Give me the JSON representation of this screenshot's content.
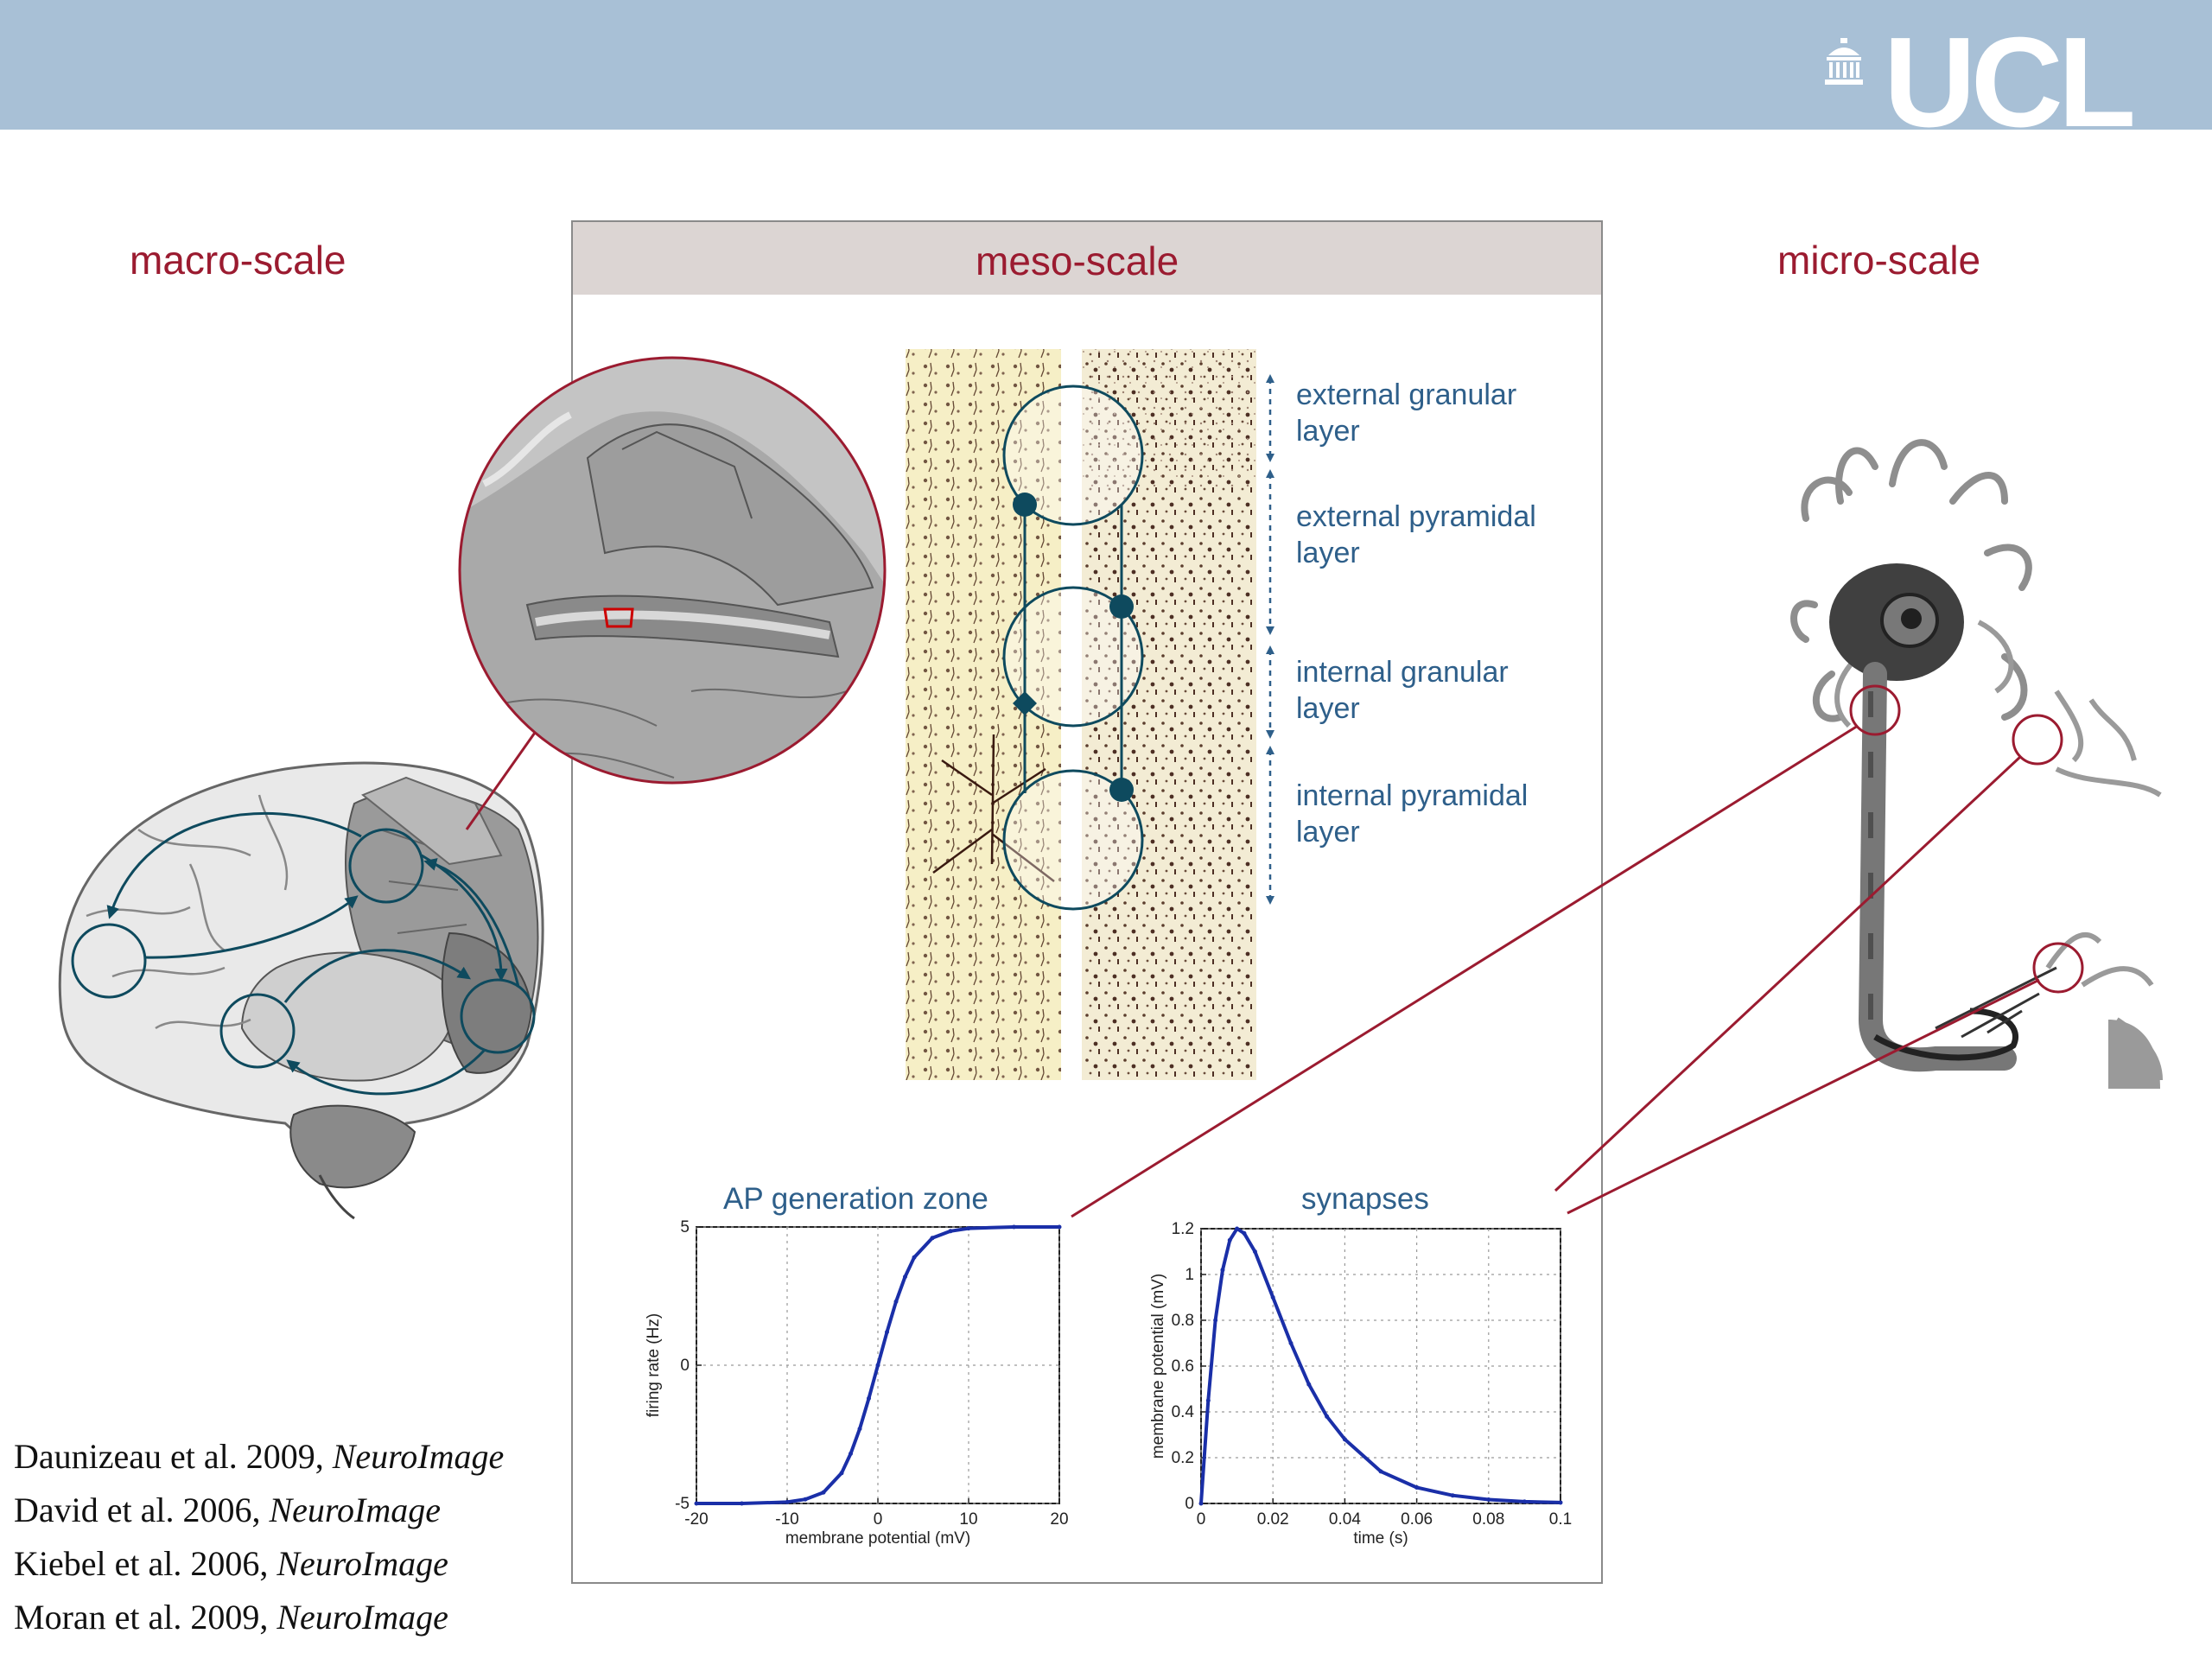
{
  "header": {
    "logo_text": "UCL",
    "bar_color": "#a8c0d6"
  },
  "colors": {
    "title_red": "#9b1b30",
    "layer_blue": "#2e5f8a",
    "circuit": "#0e4a5e",
    "plot_line": "#1a2fa8",
    "panel_head": "#dcd5d3"
  },
  "scales": {
    "macro": "macro-scale",
    "meso": "meso-scale",
    "micro": "micro-scale"
  },
  "layers": [
    {
      "line1": "external granular",
      "line2": "layer"
    },
    {
      "line1": "external pyramidal",
      "line2": "layer"
    },
    {
      "line1": "internal granular",
      "line2": "layer"
    },
    {
      "line1": "internal pyramidal",
      "line2": "layer"
    }
  ],
  "references": [
    {
      "authors": "Daunizeau et al. 2009, ",
      "journal": "NeuroImage"
    },
    {
      "authors": "David et al. 2006, ",
      "journal": "NeuroImage"
    },
    {
      "authors": "Kiebel et al. 2006, ",
      "journal": "NeuroImage"
    },
    {
      "authors": "Moran et al. 2009, ",
      "journal": "NeuroImage"
    }
  ],
  "icons": [
    "ucl-portico-icon",
    "brain-illustration",
    "cortex-zoom-illustration",
    "cortical-layers-micrograph",
    "neuron-illustration"
  ],
  "chart_data": [
    {
      "type": "line",
      "title": "AP generation zone",
      "xlabel": "membrane potential (mV)",
      "ylabel": "firing rate (Hz)",
      "xlim": [
        -20,
        20
      ],
      "ylim": [
        -5,
        5
      ],
      "xticks": [
        "-20",
        "-10",
        "0",
        "10",
        "20"
      ],
      "yticks": [
        "-5",
        "0",
        "5"
      ],
      "grid": true,
      "x": [
        -20,
        -15,
        -10,
        -8,
        -6,
        -4,
        -3,
        -2,
        -1,
        0,
        1,
        2,
        3,
        4,
        6,
        8,
        10,
        15,
        20
      ],
      "y": [
        -5.0,
        -5.0,
        -4.95,
        -4.85,
        -4.6,
        -3.9,
        -3.2,
        -2.3,
        -1.2,
        0.0,
        1.2,
        2.3,
        3.2,
        3.9,
        4.6,
        4.85,
        4.95,
        5.0,
        5.0
      ]
    },
    {
      "type": "line",
      "title": "synapses",
      "xlabel": "time (s)",
      "ylabel": "membrane potential (mV)",
      "xlim": [
        0,
        0.1
      ],
      "ylim": [
        0,
        1.2
      ],
      "xticks": [
        "0",
        "0.02",
        "0.04",
        "0.06",
        "0.08",
        "0.1"
      ],
      "yticks": [
        "0",
        "0.2",
        "0.4",
        "0.6",
        "0.8",
        "1",
        "1.2"
      ],
      "grid": true,
      "x": [
        0,
        0.002,
        0.004,
        0.006,
        0.008,
        0.01,
        0.012,
        0.015,
        0.02,
        0.025,
        0.03,
        0.035,
        0.04,
        0.05,
        0.06,
        0.07,
        0.08,
        0.09,
        0.1
      ],
      "y": [
        0,
        0.45,
        0.8,
        1.02,
        1.15,
        1.2,
        1.18,
        1.1,
        0.9,
        0.7,
        0.52,
        0.38,
        0.28,
        0.14,
        0.07,
        0.035,
        0.017,
        0.008,
        0.004
      ]
    }
  ]
}
